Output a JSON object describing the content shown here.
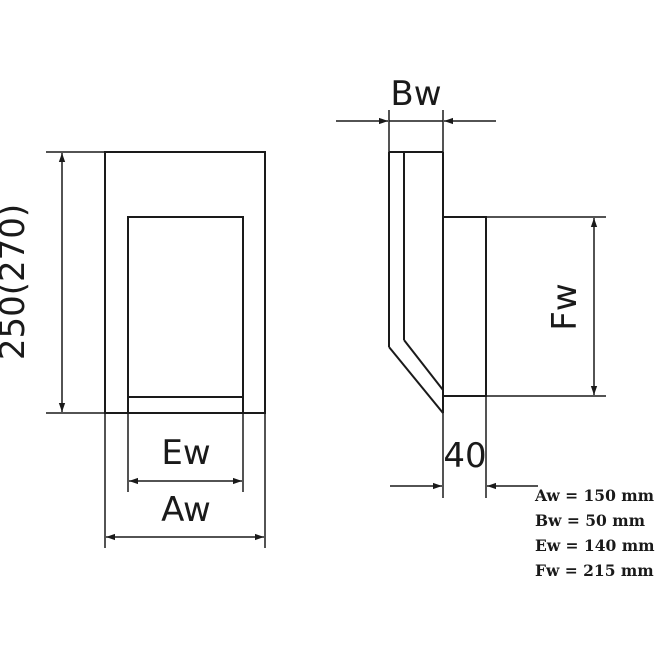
{
  "labels": {
    "height": "250(270)",
    "ew": "Ew",
    "aw": "Aw",
    "bw": "Bw",
    "fw": "Fw",
    "depth": "40"
  },
  "specs": [
    "Aw = 150 mm",
    "Bw = 50 mm",
    "Ew = 140 mm",
    "Fw = 215 mm"
  ]
}
